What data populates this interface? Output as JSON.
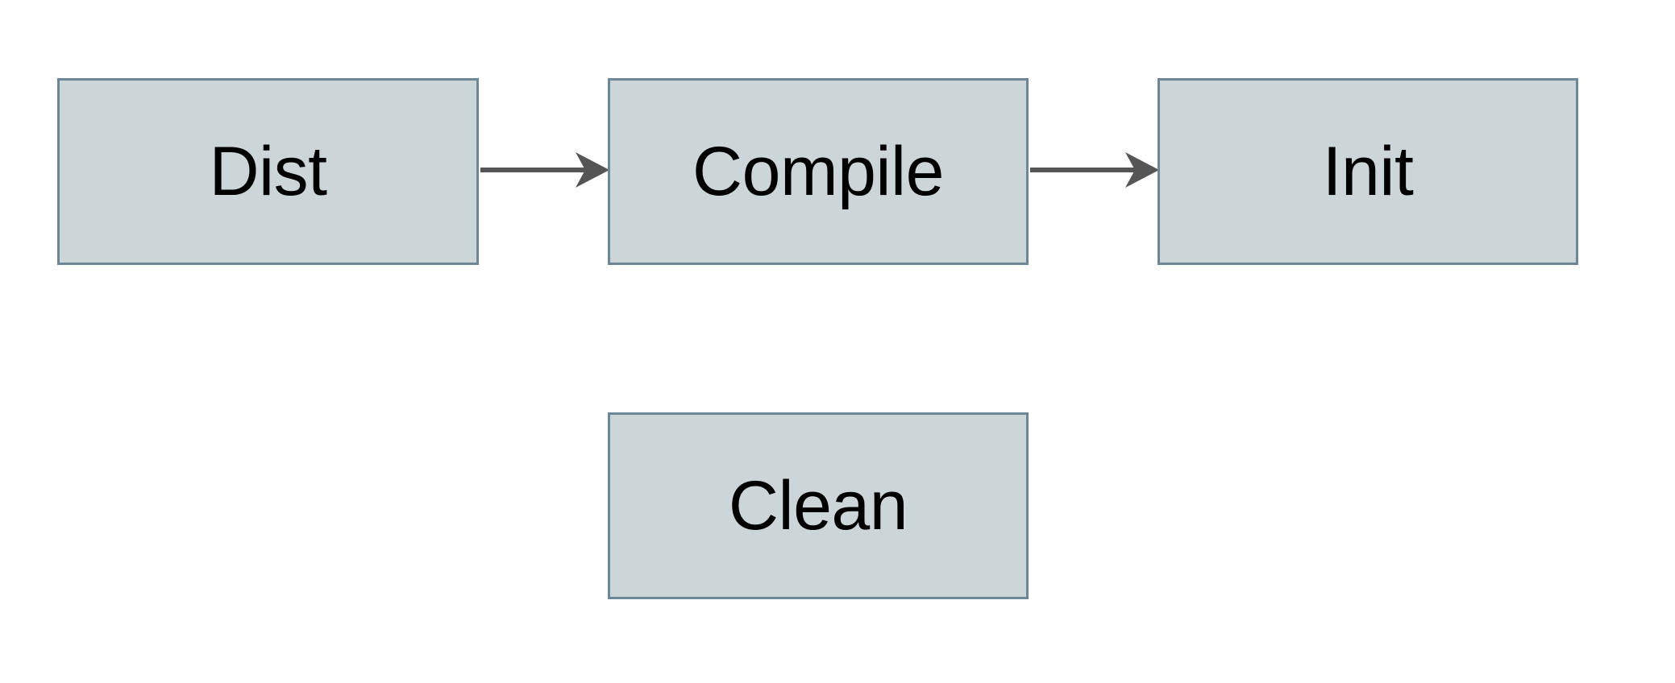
{
  "diagram": {
    "type": "flowchart",
    "background_color": "#ffffff",
    "node_fill_color": "#ccd6d9",
    "node_border_color": "#6d8796",
    "edge_color": "#555555",
    "label_color": "#000000",
    "nodes": [
      {
        "id": "dist",
        "label": "Dist"
      },
      {
        "id": "compile",
        "label": "Compile"
      },
      {
        "id": "init",
        "label": "Init"
      },
      {
        "id": "clean",
        "label": "Clean"
      }
    ],
    "edges": [
      {
        "id": "dist-compile",
        "from": "Dist",
        "to": "Compile",
        "arrowhead": "open-notched",
        "direction": "right"
      },
      {
        "id": "compile-init",
        "from": "Compile",
        "to": "Init",
        "arrowhead": "open-notched",
        "direction": "right"
      }
    ]
  }
}
